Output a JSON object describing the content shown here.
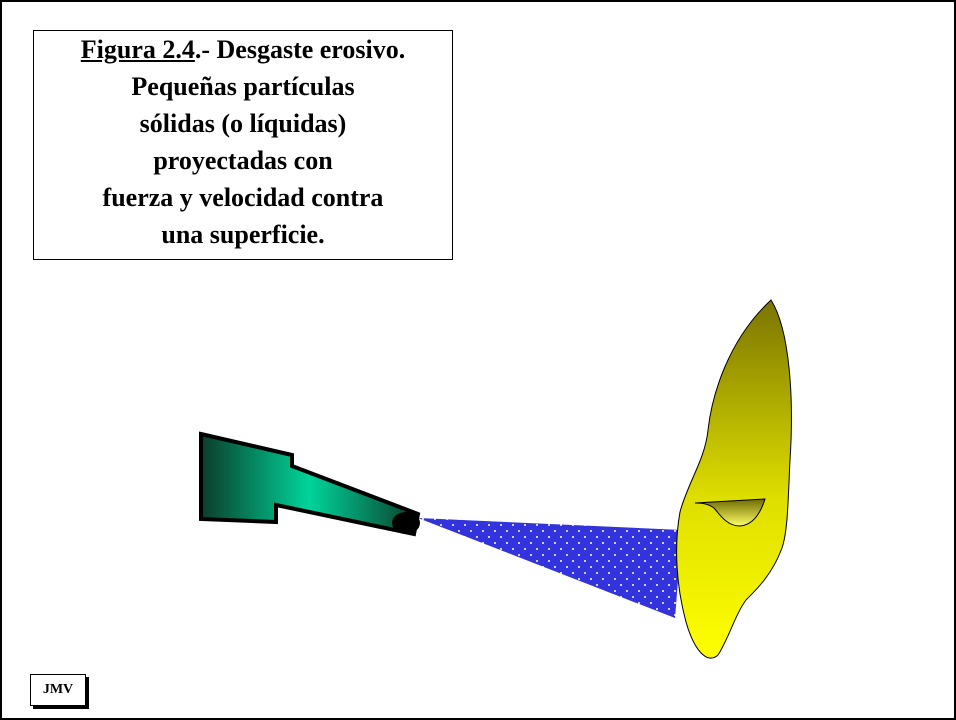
{
  "caption": {
    "title_label": "Figura 2.4",
    "title_rest": ".- Desgaste erosivo.",
    "lines": [
      "Pequeñas partículas",
      "sólidas (o líquidas)",
      "proyectadas con",
      "fuerza y velocidad contra",
      "una superficie."
    ]
  },
  "author_tag": "JMV",
  "colors": {
    "nozzle_dark": "#0b3d2a",
    "nozzle_light": "#00d49a",
    "jet": "#3333dd",
    "jet_dots": "#ffffff",
    "surface_top": "#7a7400",
    "surface_bottom": "#ffff00",
    "outline": "#000000"
  },
  "icons": {
    "nozzle": "nozzle-icon",
    "jet": "particle-jet",
    "surface": "eroded-surface"
  }
}
